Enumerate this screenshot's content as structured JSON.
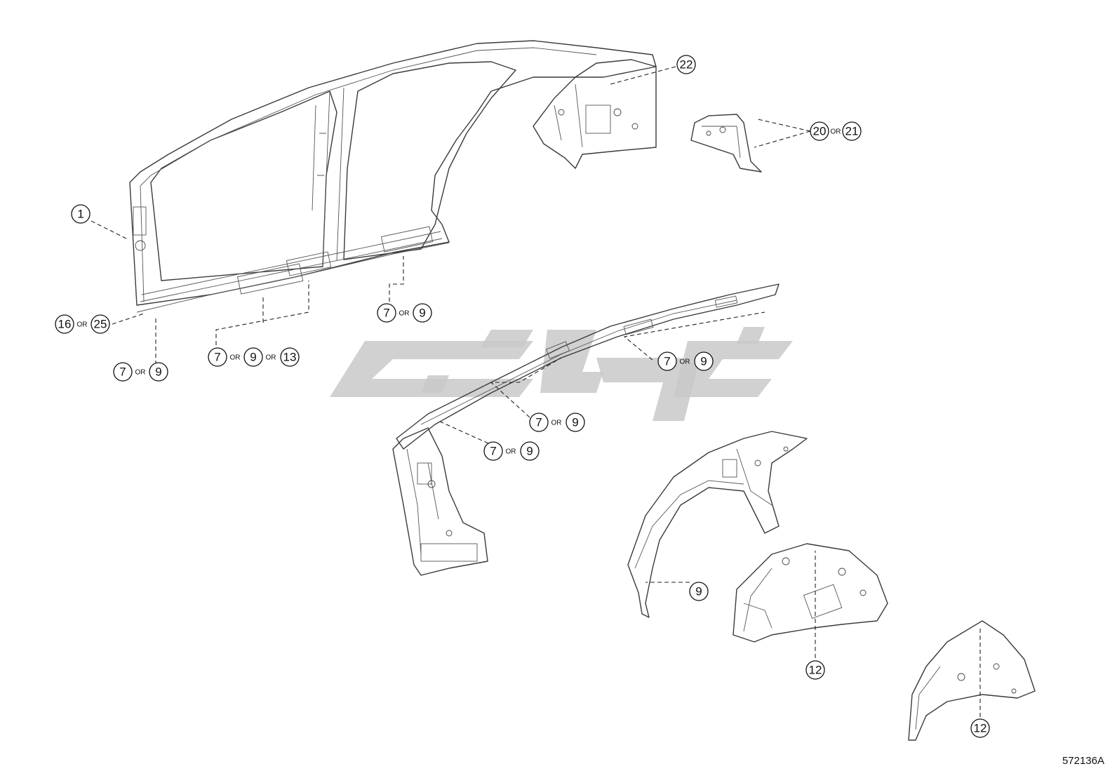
{
  "drawing_id": "572136A",
  "separator": "OR",
  "callouts": {
    "c1": [
      "1"
    ],
    "c22": [
      "22"
    ],
    "c20_21": [
      "20",
      "21"
    ],
    "c16_25": [
      "16",
      "25"
    ],
    "c7_9_left": [
      "7",
      "9"
    ],
    "c7_9_13": [
      "7",
      "9",
      "13"
    ],
    "c7_9_mid": [
      "7",
      "9"
    ],
    "c7_9_r1": [
      "7",
      "9"
    ],
    "c7_9_r2": [
      "7",
      "9"
    ],
    "c7_9_r3": [
      "7",
      "9"
    ],
    "c9": [
      "9"
    ],
    "c12_a": [
      "12"
    ],
    "c12_b": [
      "12"
    ]
  },
  "colors": {
    "line": "#3a3a3a",
    "watermark": "#c9c9c9"
  }
}
